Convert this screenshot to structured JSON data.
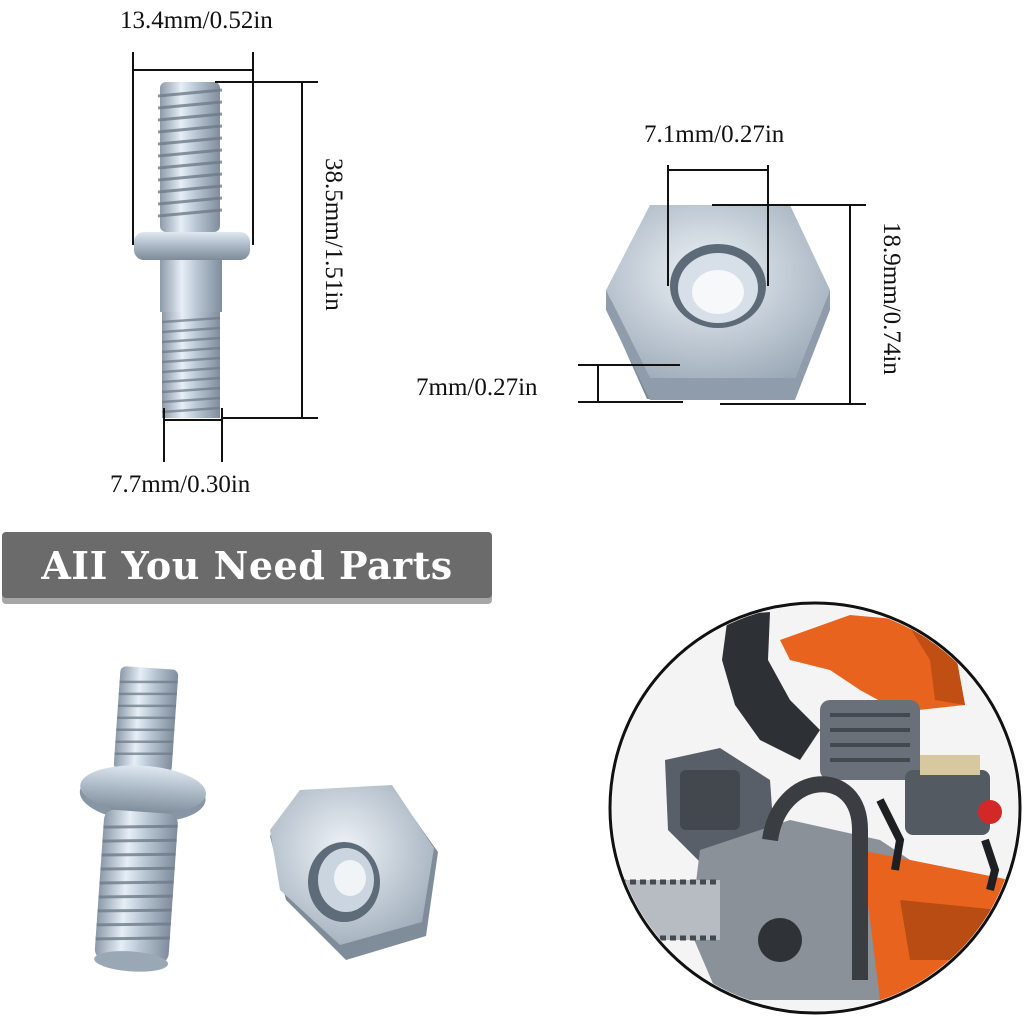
{
  "dimensions": {
    "bolt_width": "13.4mm/0.52in",
    "bolt_length": "38.5mm/1.51in",
    "bolt_thread": "7.7mm/0.30in",
    "nut_hole": "7.1mm/0.27in",
    "nut_width": "18.9mm/0.74in",
    "nut_thickness": "7mm/0.27in"
  },
  "banner": {
    "text": "AII You Need Parts"
  },
  "colors": {
    "banner_bg": "#6b6b6b",
    "metal": "#c9d6e3",
    "saw_orange": "#e8641e",
    "saw_dark": "#3a3d42"
  }
}
